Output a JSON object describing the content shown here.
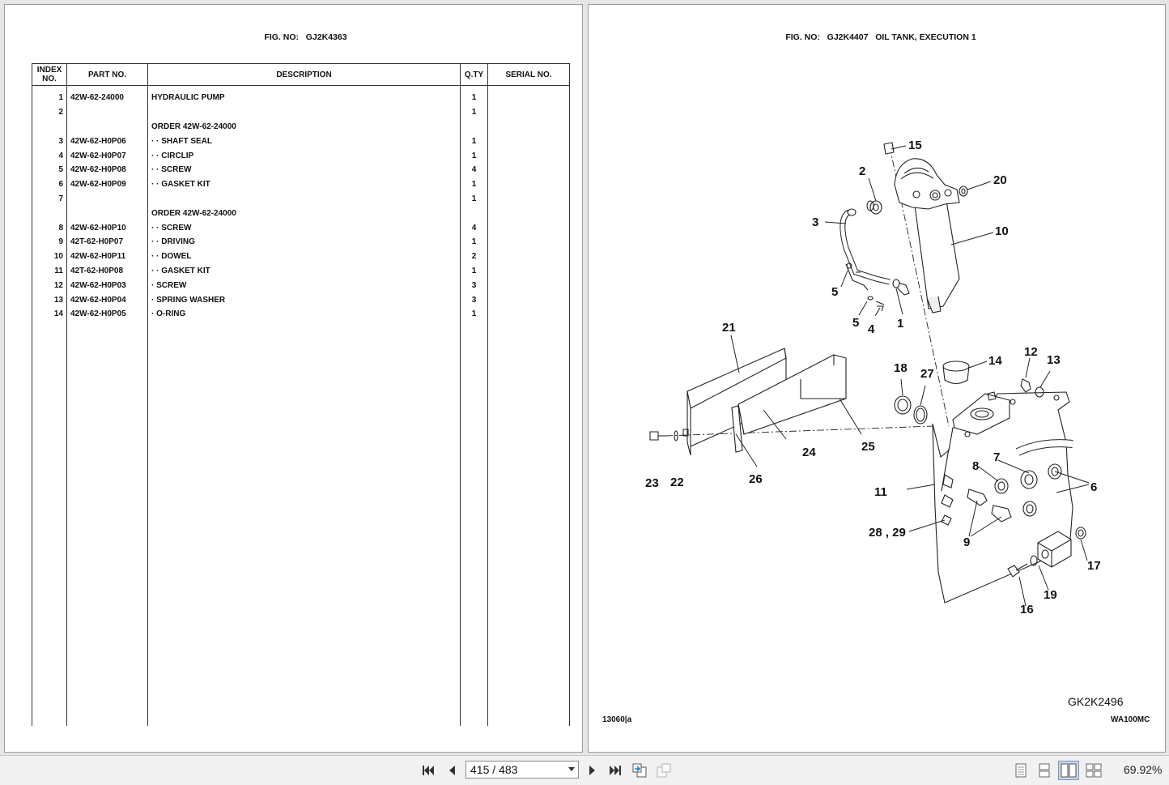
{
  "left_page": {
    "fig_title": "FIG. NO:   GJ2K4363",
    "columns": [
      "INDEX NO.",
      "PART NO.",
      "DESCRIPTION",
      "Q.TY",
      "SERIAL NO."
    ],
    "rows": [
      {
        "index": "1",
        "part": "42W-62-24000",
        "desc": "HYDRAULIC PUMP",
        "qty": "1"
      },
      {
        "index": "2",
        "part": "",
        "desc": "",
        "qty": "1"
      },
      {
        "index": "",
        "part": "",
        "desc": "ORDER 42W-62-24000",
        "qty": ""
      },
      {
        "index": "3",
        "part": "42W-62-H0P06",
        "desc": "· ·  SHAFT SEAL",
        "qty": "1"
      },
      {
        "index": "4",
        "part": "42W-62-H0P07",
        "desc": "· ·  CIRCLIP",
        "qty": "1"
      },
      {
        "index": "5",
        "part": "42W-62-H0P08",
        "desc": "· ·  SCREW",
        "qty": "4"
      },
      {
        "index": "6",
        "part": "42W-62-H0P09",
        "desc": "· ·  GASKET KIT",
        "qty": "1"
      },
      {
        "index": "7",
        "part": "",
        "desc": "",
        "qty": "1"
      },
      {
        "index": "",
        "part": "",
        "desc": "ORDER 42W-62-24000",
        "qty": ""
      },
      {
        "index": "8",
        "part": "42W-62-H0P10",
        "desc": "· ·  SCREW",
        "qty": "4"
      },
      {
        "index": "9",
        "part": "42T-62-H0P07",
        "desc": "· ·  DRIVING",
        "qty": "1"
      },
      {
        "index": "10",
        "part": "42W-62-H0P11",
        "desc": "· ·  DOWEL",
        "qty": "2"
      },
      {
        "index": "11",
        "part": "42T-62-H0P08",
        "desc": "· ·  GASKET KIT",
        "qty": "1"
      },
      {
        "index": "12",
        "part": "42W-62-H0P03",
        "desc": "·  SCREW",
        "qty": "3"
      },
      {
        "index": "13",
        "part": "42W-62-H0P04",
        "desc": "·  SPRING WASHER",
        "qty": "3"
      },
      {
        "index": "14",
        "part": "42W-62-H0P05",
        "desc": "·  O-RING",
        "qty": "1"
      }
    ]
  },
  "right_page": {
    "fig_title": "FIG. NO:   GJ2K4407   OIL TANK, EXECUTION 1",
    "callouts": [
      "15",
      "2",
      "20",
      "3",
      "10",
      "5",
      "5",
      "4",
      "1",
      "21",
      "18",
      "27",
      "14",
      "12",
      "13",
      "23",
      "22",
      "26",
      "24",
      "25",
      "11",
      "7",
      "8",
      "6",
      "28 , 29",
      "9",
      "17",
      "19",
      "16"
    ],
    "drawing_code": "GK2K2496",
    "footer_left": "13060|a",
    "footer_right": "WA100MC"
  },
  "toolbar": {
    "page_indicator": "415 / 483",
    "zoom": "69.92%"
  },
  "icons": {
    "first": "first-page-icon",
    "prev": "prev-page-icon",
    "next": "next-page-icon",
    "last": "last-page-icon"
  }
}
